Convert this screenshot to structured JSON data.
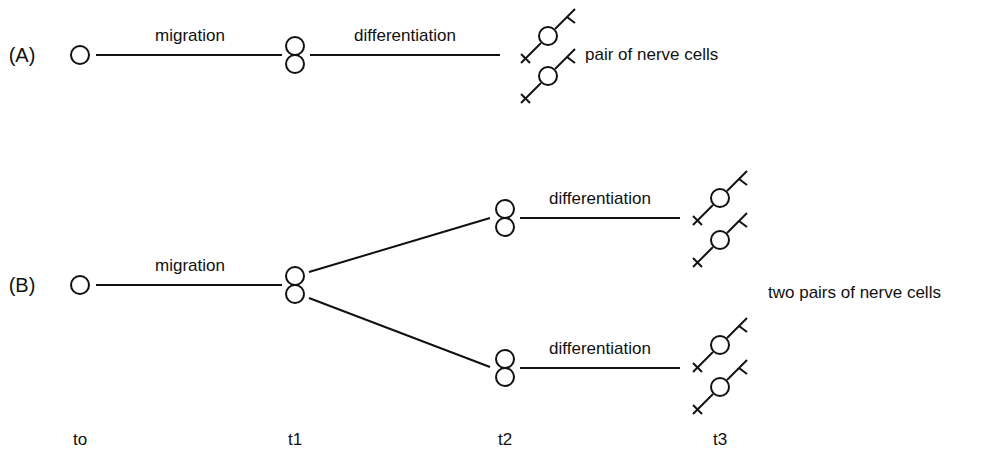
{
  "diagram": {
    "labels": [
      "(A)",
      "migration",
      "differentiation",
      "pair of nerve cells",
      "(B)",
      "migration",
      "differentiation",
      "differentiation",
      "two pairs of nerve cells",
      "to",
      "t1",
      "t2",
      "t3"
    ]
  }
}
